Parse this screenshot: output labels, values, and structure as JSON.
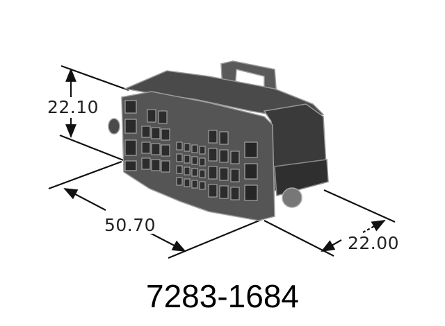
{
  "diagram": {
    "subject": "connector housing",
    "part_number": "7283-1684",
    "dimensions": {
      "height": "22.10",
      "length": "50.70",
      "depth": "22.00"
    },
    "colors": {
      "background": "#ffffff",
      "body_dark": "#3f3f3f",
      "body_mid": "#575757",
      "body_light": "#8a8a8a",
      "highlight": "#b5b5b5",
      "line": "#111111"
    }
  }
}
